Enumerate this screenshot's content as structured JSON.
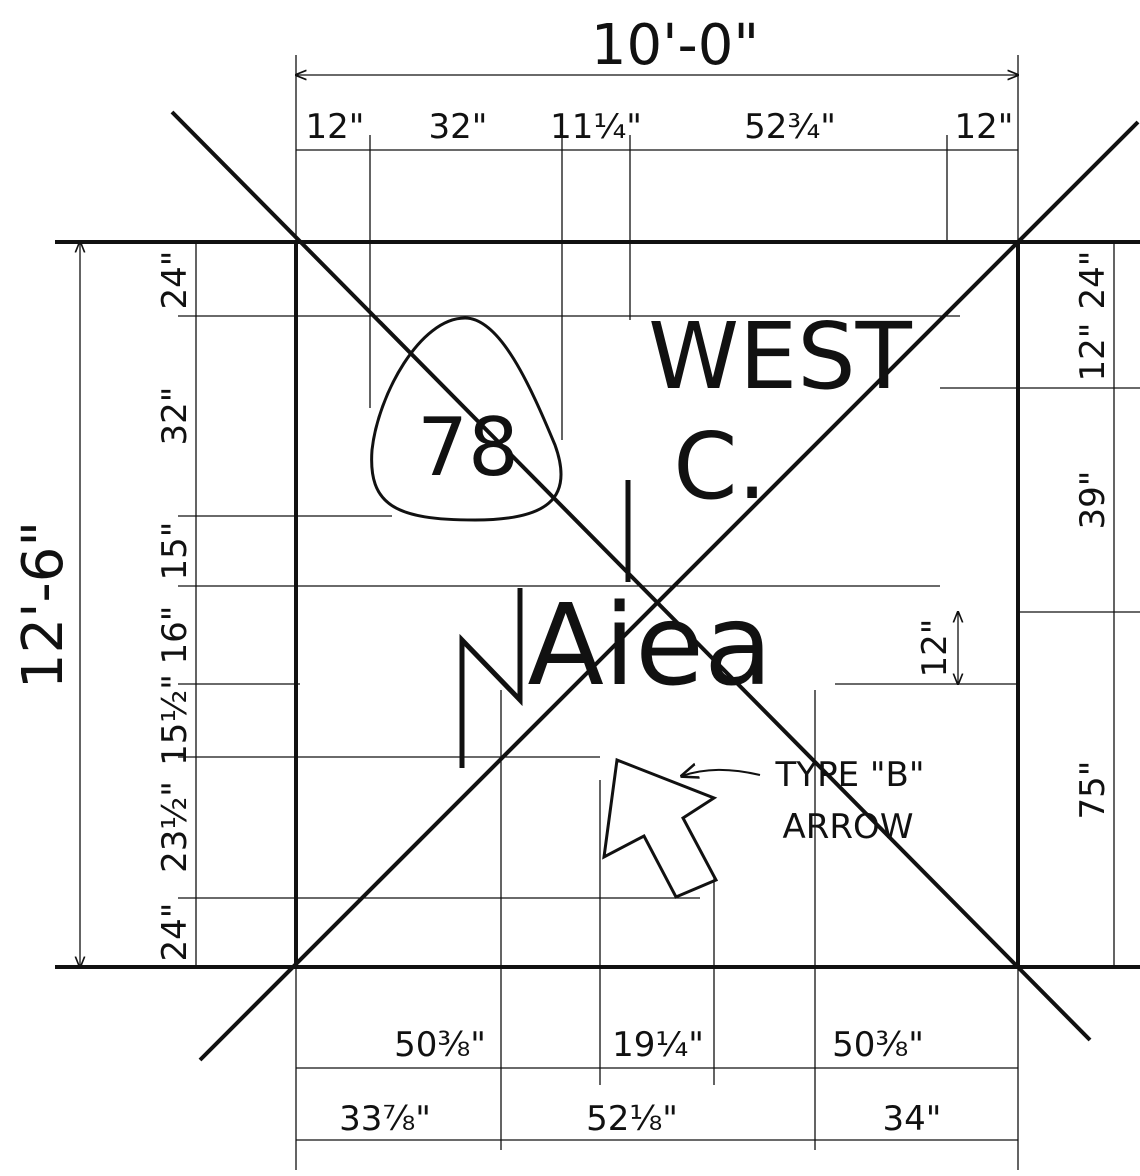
{
  "overall": {
    "width": "10'-0\"",
    "height": "12'-6\""
  },
  "top_dims": [
    "12\"",
    "32\"",
    "11¼\"",
    "52¾\"",
    "12\""
  ],
  "left_dims": [
    "24\"",
    "32\"",
    "15\"",
    "16\"",
    "15½\"",
    "23½\"",
    "24\""
  ],
  "right_dims": [
    "24\"",
    "12\"",
    "39\"",
    "75\""
  ],
  "inner_dim": "12\"",
  "bottom_dims_upper": [
    "50⅜\"",
    "19¼\"",
    "50⅜\""
  ],
  "bottom_dims_lower": [
    "33⅞\"",
    "52⅛\"",
    "34\""
  ],
  "sign": {
    "route_number": "78",
    "direction": "WEST",
    "line_1": "C.",
    "line_2": "Aiea",
    "note_line_1": "TYPE \"B\"",
    "note_line_2": "ARROW"
  }
}
